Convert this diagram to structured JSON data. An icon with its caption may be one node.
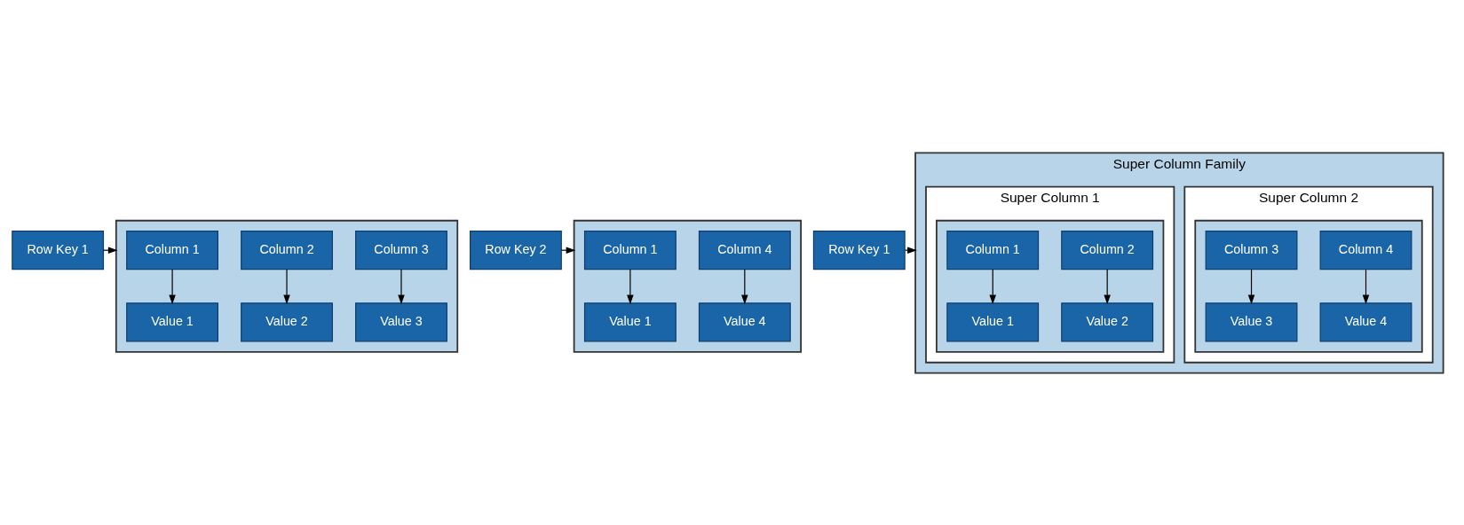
{
  "diagram": {
    "nodes": [
      {
        "text": [
          "Row Key 1"
        ]
      },
      {
        "text": [],
        "shape": "box"
      },
      {
        "text": [
          "Column 1"
        ],
        "in": 1
      },
      {
        "text": [
          "Column 2"
        ],
        "in": 1
      },
      {
        "text": [
          "Column 3"
        ],
        "in": 1
      },
      {
        "text": [
          "Value 1"
        ],
        "in": 1
      },
      {
        "text": [
          "Value 2"
        ],
        "in": 1
      },
      {
        "text": [
          "Value 3"
        ],
        "in": 1
      },
      {
        "text": [
          "Row Key 2"
        ]
      },
      {
        "text": [],
        "shape": "box"
      },
      {
        "text": [
          "Column 1"
        ],
        "in": 9
      },
      {
        "text": [
          "Column 4"
        ],
        "in": 9
      },
      {
        "text": [
          "Value 1"
        ],
        "in": 9
      },
      {
        "text": [
          "Value 4"
        ],
        "in": 9
      },
      {
        "text": [
          "Row Key 1"
        ]
      },
      {
        "text": [
          "Super Column Family"
        ]
      },
      {
        "text": [
          "Super Column 1"
        ],
        "in": 15
      },
      {
        "text": [],
        "shape": "box",
        "in": 16
      },
      {
        "text": [
          "Column 1"
        ],
        "in": 17
      },
      {
        "text": [
          "Column 2"
        ],
        "in": 17
      },
      {
        "text": [
          "Value 1"
        ],
        "in": 17
      },
      {
        "text": [
          "Value 2"
        ],
        "in": 17
      },
      {
        "text": [
          "Super Column 2"
        ],
        "in": 15
      },
      {
        "text": [],
        "shape": "box",
        "in": 22
      },
      {
        "text": [
          "Column 3"
        ],
        "in": 23
      },
      {
        "text": [
          "Column 4"
        ],
        "in": 23
      },
      {
        "text": [
          "Value 3"
        ],
        "in": 23
      },
      {
        "text": [
          "Value 4"
        ],
        "in": 23
      }
    ],
    "edges": [
      {
        "from": 0,
        "to": 1,
        "arrow": "to"
      },
      {
        "from": 2,
        "to": 5,
        "arrow": "to"
      },
      {
        "from": 3,
        "to": 6,
        "arrow": "to"
      },
      {
        "from": 4,
        "to": 7,
        "arrow": "to"
      },
      {
        "from": 8,
        "to": 9,
        "arrow": "to"
      },
      {
        "from": 10,
        "to": 12,
        "arrow": "to"
      },
      {
        "from": 11,
        "to": 13,
        "arrow": "to"
      },
      {
        "from": 14,
        "to": 15,
        "arrow": "to"
      },
      {
        "from": 18,
        "to": 20,
        "arrow": "to"
      },
      {
        "from": 19,
        "to": 21,
        "arrow": "to"
      },
      {
        "from": 24,
        "to": 26,
        "arrow": "to"
      },
      {
        "from": 25,
        "to": 27,
        "arrow": "to"
      }
    ]
  }
}
